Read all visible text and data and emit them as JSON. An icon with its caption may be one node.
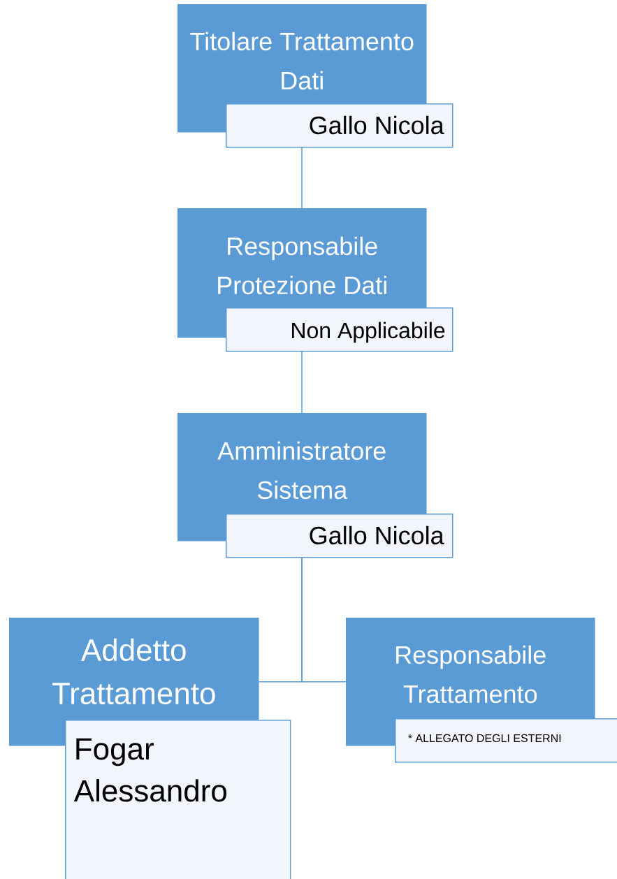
{
  "diagram": {
    "nodes": [
      {
        "text": [
          "Titolare Trattamento Dati"
        ]
      },
      {
        "text": [
          "Gallo Nicola"
        ]
      },
      {
        "text": [
          "Responsabile Protezione Dati"
        ]
      },
      {
        "text": [
          "Non Applicabile"
        ]
      },
      {
        "text": [
          "Amministratore Sistema"
        ]
      },
      {
        "text": [
          "Gallo Nicola"
        ]
      },
      {
        "text": [
          "Addetto Trattamento"
        ]
      },
      {
        "text": [
          "Fogar Alessandro"
        ]
      },
      {
        "text": [
          "Responsabile Trattamento"
        ]
      },
      {
        "text": [
          "* ALLEGATO DEGLI ESTERNI"
        ]
      }
    ],
    "edges": [
      {
        "from": 1,
        "to": 2,
        "arrow": "none"
      },
      {
        "from": 3,
        "to": 4,
        "arrow": "none"
      },
      {
        "from": 5,
        "to": 6,
        "arrow": "none"
      },
      {
        "from": 5,
        "to": 8,
        "arrow": "none"
      }
    ]
  }
}
